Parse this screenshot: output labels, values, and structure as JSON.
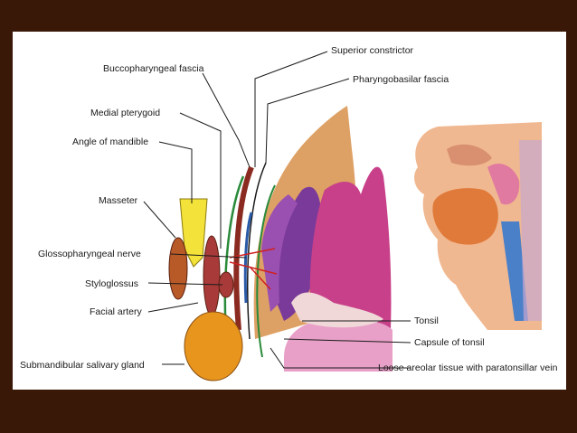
{
  "labels": {
    "buccopharyngeal_fascia": "Buccopharyngeal fascia",
    "superior_constrictor": "Superior constrictor",
    "pharyngobasilar_fascia": "Pharyngobasilar fascia",
    "medial_pterygoid": "Medial pterygoid",
    "angle_of_mandible": "Angle of mandible",
    "masseter": "Masseter",
    "glossopharyngeal_nerve": "Glossopharyngeal nerve",
    "styloglossus": "Styloglossus",
    "facial_artery": "Facial artery",
    "submandibular_gland": "Submandibular salivary gland",
    "tonsil": "Tonsil",
    "capsule_of_tonsil": "Capsule of tonsil",
    "loose_areolar_tissue": "Loose areolar tissue with paratonsillar vein"
  },
  "colors": {
    "frame": "#3a1808",
    "background": "#ffffff",
    "masseter": "#b85a28",
    "medial_pterygoid": "#a83a3a",
    "mandible": "#f2e23a",
    "gland": "#e8951e",
    "fascia_green": "#2a8a3a",
    "tonsil_purple": "#8a3aa0",
    "tongue_magenta": "#c8408a",
    "pharynx_orange": "#d8904a",
    "inset_skin": "#f0b890"
  }
}
